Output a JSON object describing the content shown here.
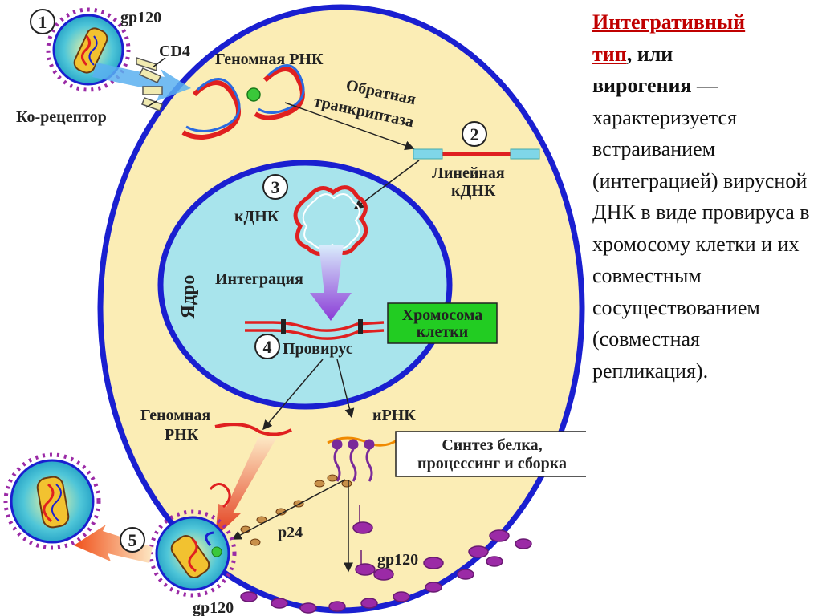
{
  "diagram": {
    "labels": {
      "gp120_top": "gp120",
      "cd4": "CD4",
      "genomic_rna_top": "Геномная РНК",
      "rt_line1": "Обратная",
      "rt_line2": "транкриптаза",
      "coreceptor": "Ко-рецептор",
      "linear_line1": "Линейная",
      "linear_line2": "кДНК",
      "cdna": "кДНК",
      "integration": "Интеграция",
      "nucleus": "Ядро",
      "chromosome_line1": "Хромосома",
      "chromosome_line2": "клетки",
      "provirus": "Провирус",
      "genomic_rna_bottom_line1": "Геномная",
      "genomic_rna_bottom_line2": "РНК",
      "mrna": "иРНК",
      "synthesis_line1": "Синтез белка,",
      "synthesis_line2": "процессинг и сборка",
      "p24": "p24",
      "gp120_mid": "gp120",
      "gp120_bottom": "gp120"
    },
    "steps": [
      "1",
      "2",
      "3",
      "4",
      "5"
    ],
    "colors": {
      "cell_fill": "#fbedb5",
      "membrane": "#1a1fd0",
      "nucleus_fill": "#a8e4ec",
      "rna": "#e02020",
      "chromosome_box": "#22cc22",
      "glycoprotein": "#9b2aa6"
    }
  },
  "description": {
    "title_part1": "Интегративный",
    "title_part2": "тип",
    "title_connector": ", или",
    "term": "вирогения",
    "dash": " —",
    "body": "характеризуется встраиванием (интеграцией) вирусной ДНК в виде провируса в хромосому клетки и их совместным сосуществованием (совместная репликация)."
  }
}
